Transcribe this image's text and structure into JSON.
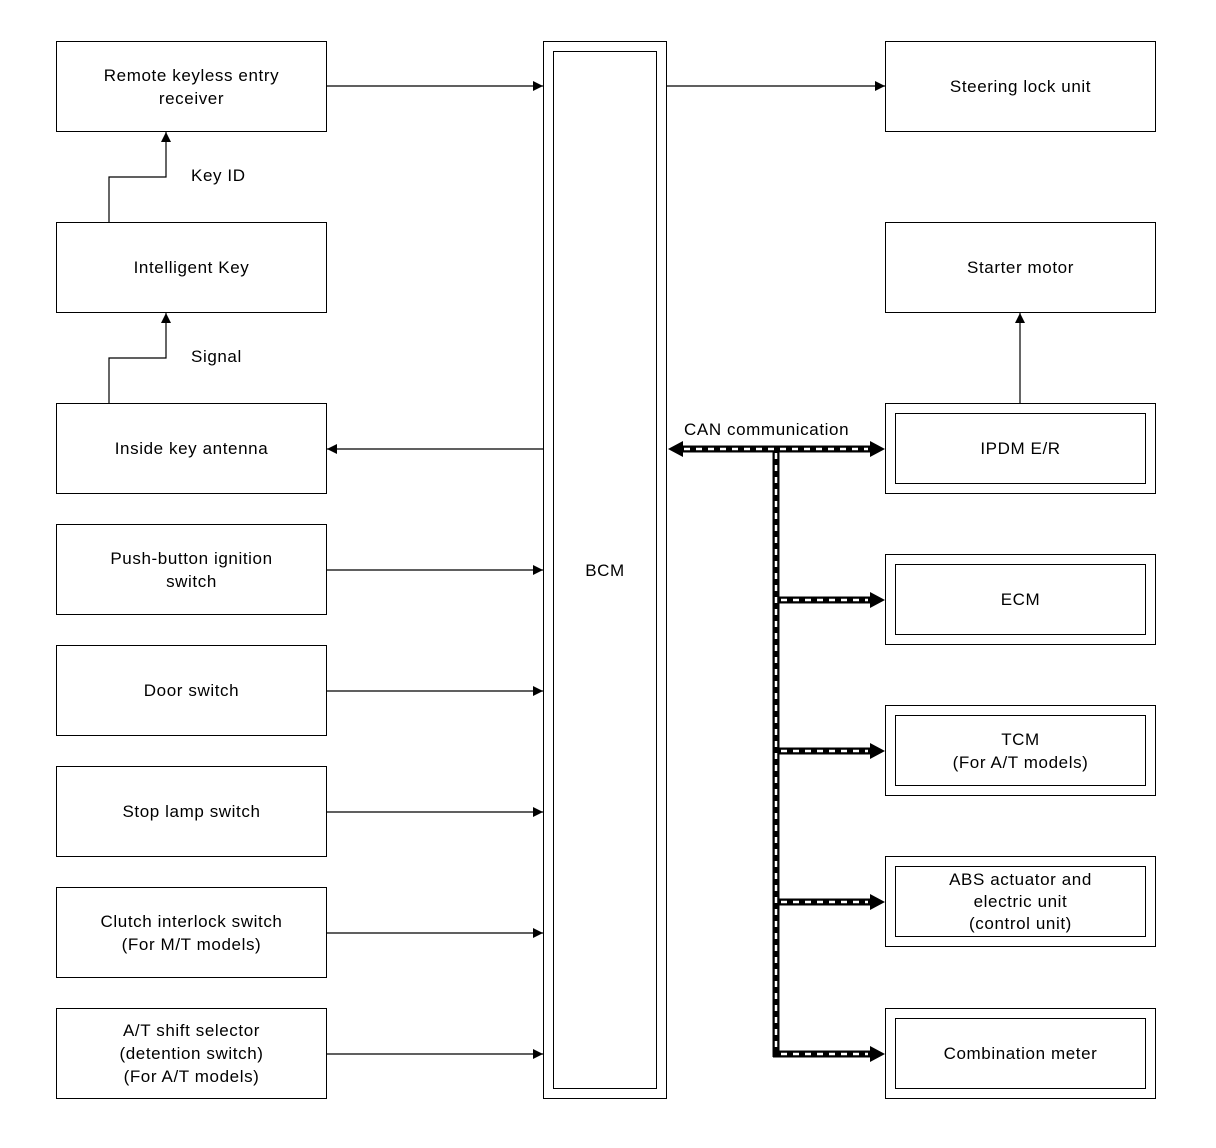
{
  "bcm": {
    "label": "BCM"
  },
  "left_units": [
    {
      "id": "remote-keyless-entry-receiver",
      "label": "Remote keyless entry\nreceiver"
    },
    {
      "id": "intelligent-key",
      "label": "Intelligent Key"
    },
    {
      "id": "inside-key-antenna",
      "label": "Inside key antenna"
    },
    {
      "id": "push-button-ignition-switch",
      "label": "Push-button ignition\nswitch"
    },
    {
      "id": "door-switch",
      "label": "Door switch"
    },
    {
      "id": "stop-lamp-switch",
      "label": "Stop lamp switch"
    },
    {
      "id": "clutch-interlock-switch",
      "label": "Clutch interlock switch\n(For M/T models)"
    },
    {
      "id": "at-shift-selector",
      "label": "A/T shift selector\n(detention switch)\n(For A/T models)"
    }
  ],
  "right_units": [
    {
      "id": "steering-lock-unit",
      "label": "Steering lock unit"
    },
    {
      "id": "starter-motor",
      "label": "Starter motor"
    }
  ],
  "can_units": [
    {
      "id": "ipdm-er",
      "label": "IPDM E/R"
    },
    {
      "id": "ecm",
      "label": "ECM"
    },
    {
      "id": "tcm",
      "label": "TCM\n(For A/T models)"
    },
    {
      "id": "abs-actuator",
      "label": "ABS actuator and\nelectric unit\n(control unit)"
    },
    {
      "id": "combination-meter",
      "label": "Combination meter"
    }
  ],
  "signal_labels": {
    "key_id": "Key ID",
    "signal": "Signal",
    "can": "CAN communication"
  }
}
